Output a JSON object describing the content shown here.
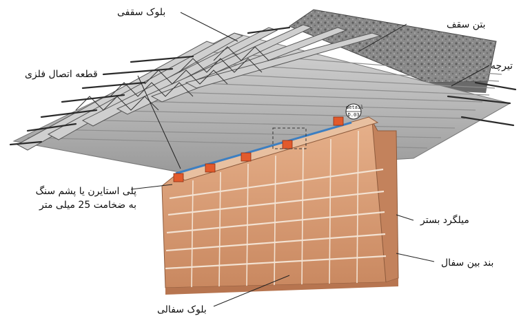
{
  "labels": {
    "roof_block": "بلوک سقفی",
    "roof_concrete": "بتن سقف",
    "joist": "تیرچه",
    "metal_connector": "قطعه اتصال فلزی",
    "insulation_line1": "پلی استایرن یا پشم سنگ",
    "insulation_line2": "به ضخامت 25 میلی متر",
    "rebar": "میلگرد بستر",
    "clay_bond": "بند بین سفال",
    "clay_block": "بلوک سفالی"
  },
  "detail_tag": {
    "line1": "detail",
    "line2": "D.03"
  },
  "colors": {
    "brick": "#d9a07a",
    "brick_dark": "#b0744f",
    "mortar": "#f2dfcc",
    "concrete": "#7a7a7a",
    "slab": "#b9b9b9",
    "accent_red": "#e25a2c",
    "accent_blue": "#3d7fc1"
  }
}
